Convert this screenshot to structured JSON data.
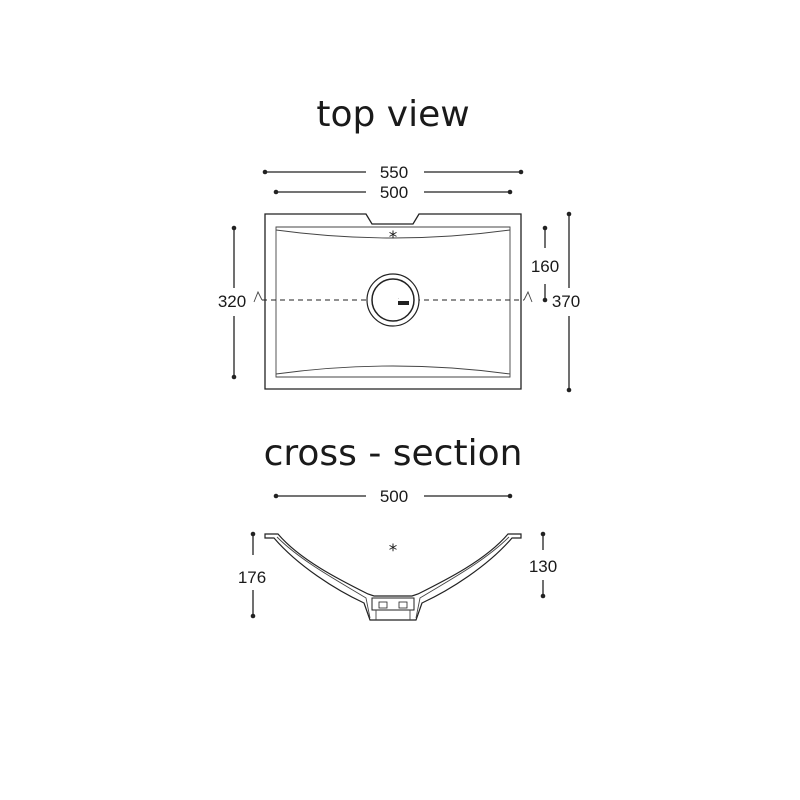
{
  "top_view": {
    "title": "top view",
    "dim_outer_width": "550",
    "dim_inner_width": "500",
    "dim_left_height": "320",
    "dim_right_inner": "160",
    "dim_right_outer": "370",
    "center_mark": "*"
  },
  "cross_section": {
    "title": "cross - section",
    "dim_width": "500",
    "dim_left_height": "176",
    "dim_right_height": "130",
    "center_mark": "*"
  }
}
